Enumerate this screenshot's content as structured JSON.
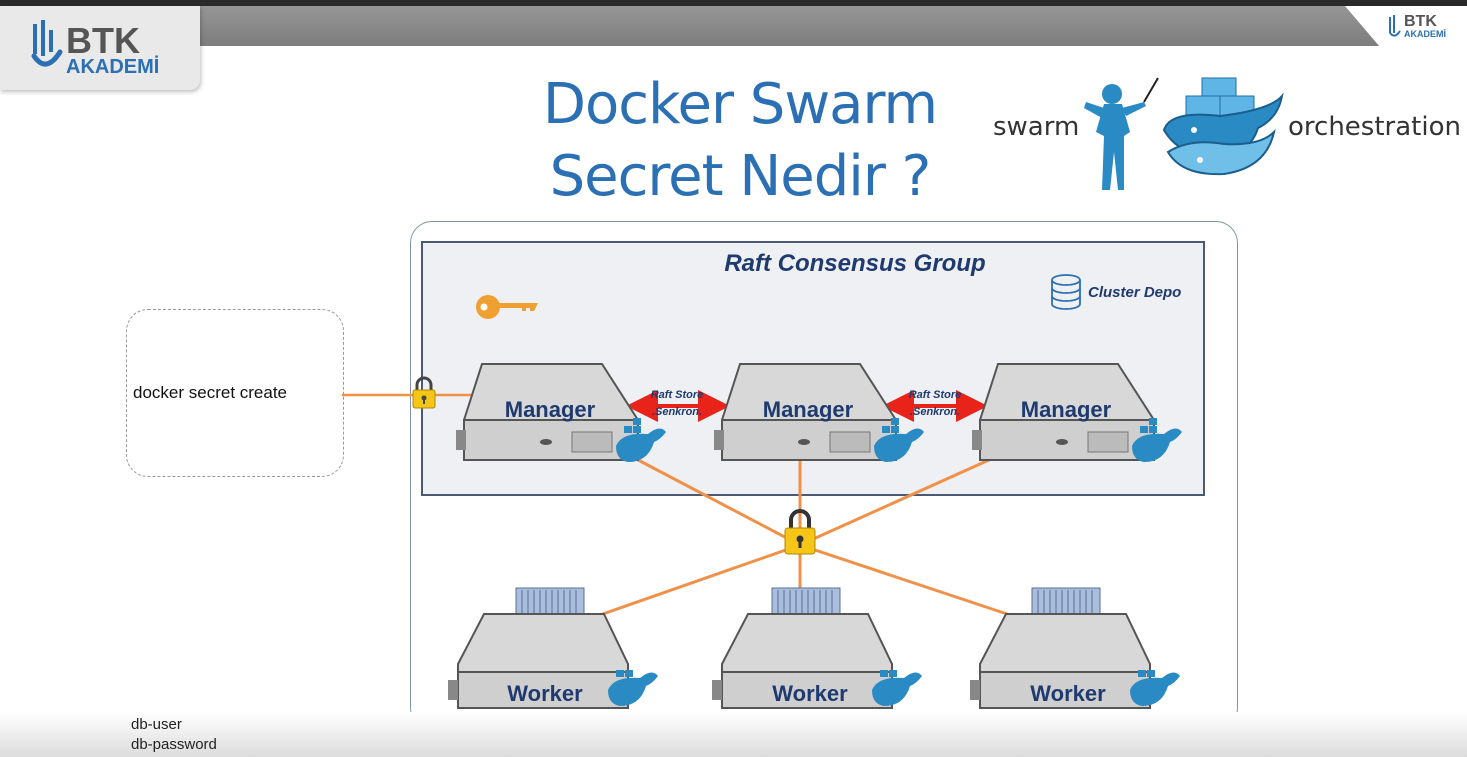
{
  "brand": {
    "name": "BTK",
    "sub": "AKADEMİ"
  },
  "title": {
    "line1": "Docker Swarm",
    "line2": "Secret Nedir ?"
  },
  "swarm_logo": {
    "left_word": "swarm",
    "right_word": "orchestration"
  },
  "diagram": {
    "group_title": "Raft Consensus Group",
    "cluster_label": "Cluster Depo",
    "cli_command": "docker secret create",
    "managers": [
      "Manager",
      "Manager",
      "Manager"
    ],
    "workers": [
      "Worker",
      "Worker",
      "Worker"
    ],
    "sync": {
      "line1": "Raft Store",
      "line2": ".Senkron."
    }
  },
  "secrets": [
    "db-user",
    "db-password"
  ],
  "colors": {
    "accent_blue": "#2b6fb4",
    "link_orange": "#f0914a",
    "sync_red": "#e8231a",
    "lock_yellow": "#f5c518"
  },
  "icons": [
    "key-icon",
    "lock-icon",
    "database-icon",
    "docker-whale-icon",
    "container-stack-icon"
  ]
}
